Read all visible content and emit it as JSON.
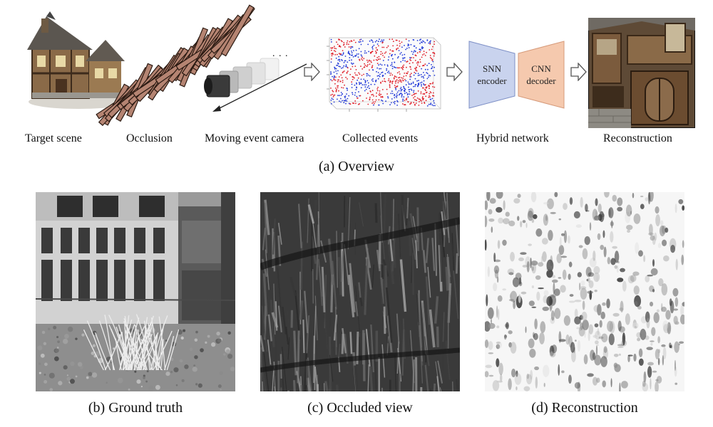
{
  "overview": {
    "stages": [
      {
        "label": "Target scene"
      },
      {
        "label": "Occlusion"
      },
      {
        "label": "Moving event camera"
      },
      {
        "label": "Collected events"
      },
      {
        "label": "Hybrid network"
      },
      {
        "label": "Reconstruction"
      }
    ],
    "encoder_label_1": "SNN",
    "encoder_label_2": "encoder",
    "decoder_label_1": "CNN",
    "decoder_label_2": "decoder",
    "ellipsis": ". . .",
    "caption": "(a) Overview",
    "colors": {
      "encoder_fill": "#c9d3ee",
      "decoder_fill": "#f5c9ae",
      "event_red": "#e0202a",
      "event_blue": "#2038d8",
      "occlusion": "#b58472"
    }
  },
  "panels": [
    {
      "caption": "(b) Ground truth"
    },
    {
      "caption": "(c) Occluded view"
    },
    {
      "caption": "(d) Reconstruction"
    }
  ]
}
